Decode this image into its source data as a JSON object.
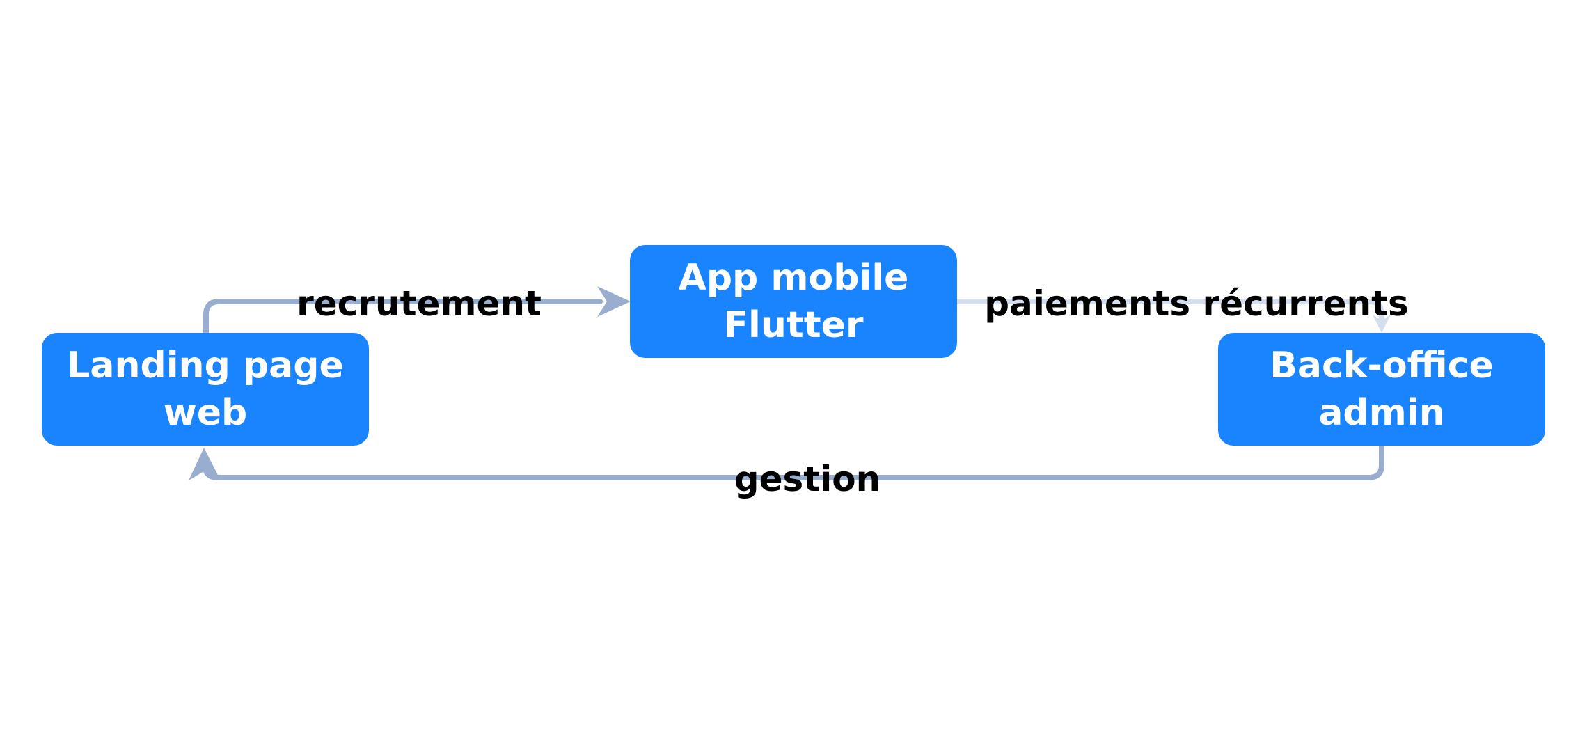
{
  "colors": {
    "node_fill": "#1a84ff",
    "node_text": "#ffffff",
    "edge_stroke": "#99adcf",
    "edge_stroke_light": "#d5deee",
    "label_text": "#000000",
    "background": "#ffffff"
  },
  "nodes": {
    "landing": {
      "line1": "Landing page",
      "line2": "web"
    },
    "app": {
      "line1": "App mobile",
      "line2": "Flutter"
    },
    "backoffice": {
      "line1": "Back-office",
      "line2": "admin"
    }
  },
  "edges": {
    "recrutement": {
      "label": "recrutement",
      "from": "landing",
      "to": "app"
    },
    "paiements": {
      "label": "paiements récurrents",
      "from": "app",
      "to": "backoffice"
    },
    "gestion": {
      "label": "gestion",
      "from": "backoffice",
      "to": "landing"
    }
  }
}
